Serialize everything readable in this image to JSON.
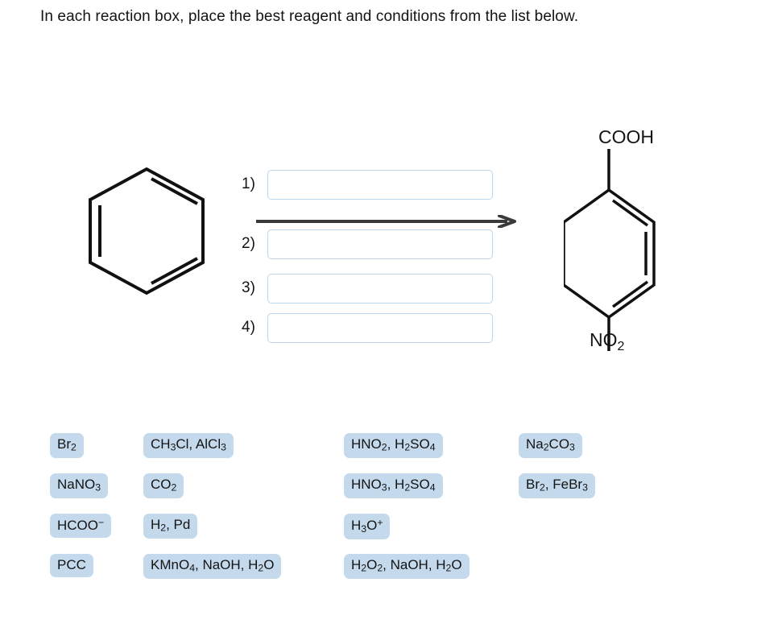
{
  "prompt": "In each reaction box, place the best reagent and conditions from the list below.",
  "scheme": {
    "reactant": {
      "name": "benzene",
      "label": ""
    },
    "product": {
      "name": "4-nitrobenzoic-acid",
      "top_substituent": "COOH",
      "bottom_substituent": "NO2"
    },
    "arrow": "reaction-arrow",
    "steps": [
      {
        "number": "1)",
        "value": "",
        "placeholder": ""
      },
      {
        "number": "2)",
        "value": "",
        "placeholder": ""
      },
      {
        "number": "3)",
        "value": "",
        "placeholder": ""
      },
      {
        "number": "4)",
        "value": "",
        "placeholder": ""
      }
    ]
  },
  "reagents": {
    "columns": [
      {
        "items": [
          {
            "html": "Br<sub>2</sub>",
            "text": "Br2"
          },
          {
            "html": "NaNO<sub>3</sub>",
            "text": "NaNO3"
          },
          {
            "html": "HCOO<sup>−</sup>",
            "text": "HCOO-"
          },
          {
            "html": "PCC",
            "text": "PCC"
          }
        ]
      },
      {
        "items": [
          {
            "html": "CH<sub>3</sub>Cl, AlCl<sub>3</sub>",
            "text": "CH3Cl, AlCl3"
          },
          {
            "html": "CO<sub>2</sub>",
            "text": "CO2"
          },
          {
            "html": "H<sub>2</sub>, Pd",
            "text": "H2, Pd"
          },
          {
            "html": "KMnO<sub>4</sub>, NaOH, H<sub>2</sub>O",
            "text": "KMnO4, NaOH, H2O"
          }
        ]
      },
      {
        "items": [
          {
            "html": "HNO<sub>2</sub>, H<sub>2</sub>SO<sub>4</sub>",
            "text": "HNO2, H2SO4"
          },
          {
            "html": "HNO<sub>3</sub>, H<sub>2</sub>SO<sub>4</sub>",
            "text": "HNO3, H2SO4"
          },
          {
            "html": "H<sub>3</sub>O<sup>+</sup>",
            "text": "H3O+"
          },
          {
            "html": "H<sub>2</sub>O<sub>2</sub>, NaOH, H<sub>2</sub>O",
            "text": "H2O2, NaOH, H2O"
          }
        ]
      },
      {
        "items": [
          {
            "html": "Na<sub>2</sub>CO<sub>3</sub>",
            "text": "Na2CO3"
          },
          {
            "html": "Br<sub>2</sub>, FeBr<sub>3</sub>",
            "text": "Br2, FeBr3"
          },
          {
            "html": "",
            "text": ""
          },
          {
            "html": "",
            "text": ""
          }
        ]
      }
    ]
  },
  "colors": {
    "chip_background": "#c5d9ec",
    "box_border": "#bcd6ef",
    "arrow": "#3a3a3a",
    "text": "#141414"
  }
}
